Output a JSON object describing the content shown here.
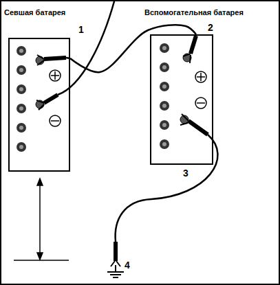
{
  "diagram": {
    "nodes": [
      {
        "text": [
          "Севшая батарея"
        ]
      },
      {
        "text": [
          "Вспомогательная батарея"
        ]
      }
    ],
    "edges": [
      {
        "from": 0,
        "to": 1,
        "arrow": "none"
      }
    ],
    "labels": [
      "1",
      "2",
      "3",
      "4"
    ]
  }
}
